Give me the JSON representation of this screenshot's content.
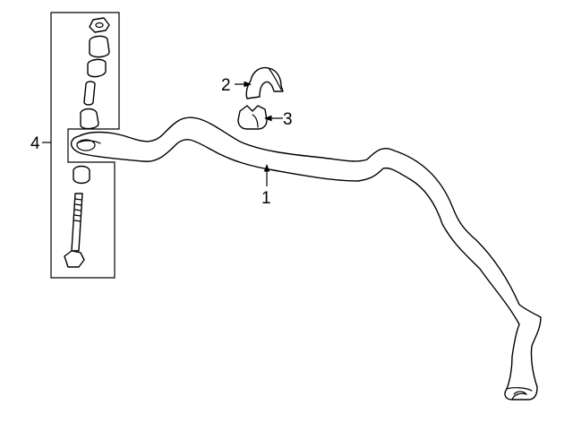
{
  "callouts": [
    {
      "id": "stabilizer-bar",
      "number": "1"
    },
    {
      "id": "bushing-bracket",
      "number": "2"
    },
    {
      "id": "bushing",
      "number": "3"
    },
    {
      "id": "link-kit",
      "number": "4"
    }
  ]
}
